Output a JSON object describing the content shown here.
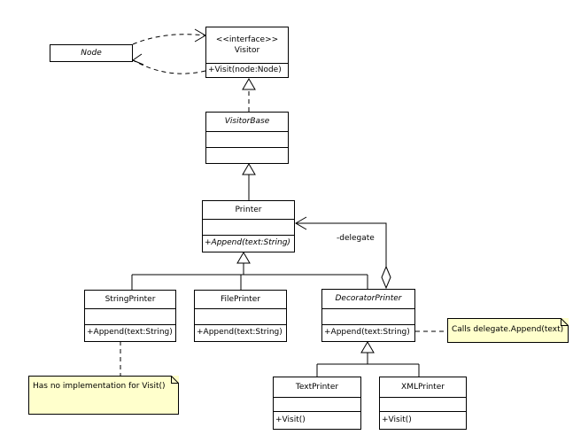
{
  "classes": {
    "node": {
      "name": "Node"
    },
    "visitor": {
      "stereotype": "<<interface>>",
      "name": "Visitor",
      "method": "+Visit(node:Node)"
    },
    "visitor_base": {
      "name": "VisitorBase"
    },
    "printer": {
      "name": "Printer",
      "method": "+Append(text:String)"
    },
    "string_printer": {
      "name": "StringPrinter",
      "method": "+Append(text:String)"
    },
    "file_printer": {
      "name": "FilePrinter",
      "method": "+Append(text:String)"
    },
    "decorator_printer": {
      "name": "DecoratorPrinter",
      "method": "+Append(text:String)"
    },
    "text_printer": {
      "name": "TextPrinter",
      "method": "+Visit()"
    },
    "xml_printer": {
      "name": "XMLPrinter",
      "method": "+Visit()"
    }
  },
  "associations": {
    "delegate_label": "-delegate"
  },
  "notes": {
    "decorator_note": "Calls delegate.Append(text)",
    "string_printer_note": "Has no implementation for Visit()"
  }
}
